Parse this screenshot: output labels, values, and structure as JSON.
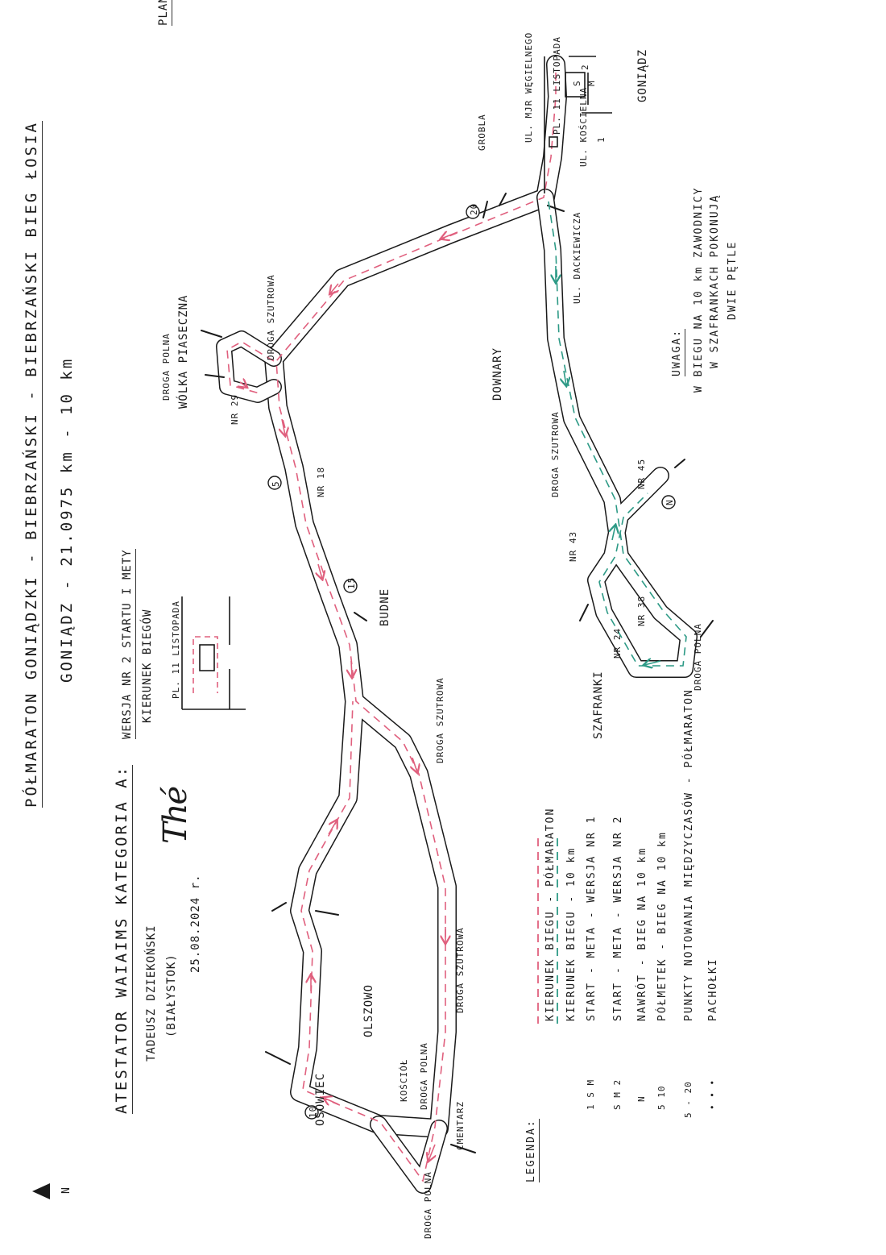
{
  "title": "PÓŁMARATON GONIĄDZKI - BIEBRZAŃSKI - BIEBRZAŃSKI BIEG ŁOSIA",
  "subtitle": "GONIĄDZ - 21.0975 km - 10 km",
  "note_top": "PLAN TRASY ZALICZONY DO DANEJ SKALI MAPY",
  "attestator": {
    "heading": "ATESTATOR WAIAIMS KATEGORIA A:",
    "name": "TADEUSZ DZIEKOŃSKI",
    "city": "(BIAŁYSTOK)",
    "date": "25.08.2024 r.",
    "signature": "Thé"
  },
  "version2": {
    "heading": "WERSJA NR 2 STARTU I METY",
    "subheading": "KIERUNEK BIEGÓW",
    "square": "PL. 11 LISTOPADA"
  },
  "towns": {
    "goniadz": "GONIĄDZ",
    "wolka": "WÓLKA PIASECZNA",
    "budne": "BUDNE",
    "downary": "DOWNARY",
    "szafranki": "SZAFRANKI",
    "osowiec": "OSOWIEC",
    "olszowo": "OLSZOWO"
  },
  "streets": {
    "wegielnego": "UL. MJR WĘGIELNEGO",
    "listopada": "PL. 11 LISTOPADA",
    "koscielna": "UL. KOŚCIELNA",
    "dackiewicza": "UL. DACKIEWICZA",
    "szutrowa": "DROGA SZUTROWA",
    "polna": "DROGA POLNA"
  },
  "landmarks": {
    "koscial": "KOŚCIÓŁ",
    "cmentarz": "CMENTARZ",
    "grobla": "GROBLA",
    "nr29": "NR 29",
    "nr18": "NR 18",
    "nr45": "NR 45",
    "nr43": "NR 43",
    "nr38": "NR 38",
    "nr24": "NR 24"
  },
  "markers": {
    "km5": "5",
    "km15": "15",
    "km10": "10",
    "km20": "20",
    "n": "N",
    "s": "S",
    "m": "M",
    "one": "1",
    "two": "2"
  },
  "uwaga": {
    "label": "UWAGA:",
    "line1": "W BIEGU NA 10 km ZAWODNICY",
    "line2": "W SZAFRANKACH POKONUJĄ",
    "line3": "DWIE PĘTLE"
  },
  "legend": {
    "heading": "LEGENDA:",
    "items": [
      "KIERUNEK BIEGU - PÓŁMARATON",
      "KIERUNEK BIEGU - 10 km",
      "START - META - WERSJA NR 1",
      "START - META - WERSJA NR 2",
      "NAWRÓT - BIEG NA 10 km",
      "PÓŁMETEK - BIEG NA 10 km",
      "PUNKTY NOTOWANIA MIĘDZYCZASÓW - PÓŁMARATON",
      "PACHOŁKI"
    ],
    "symbols": [
      "1 S M",
      "S M 2",
      "N",
      "5 10",
      "5 - 20",
      "• • •"
    ]
  },
  "north": "N",
  "colors": {
    "half": "#e0607e",
    "ten": "#2d9a86",
    "ink": "#1a1a1a"
  }
}
